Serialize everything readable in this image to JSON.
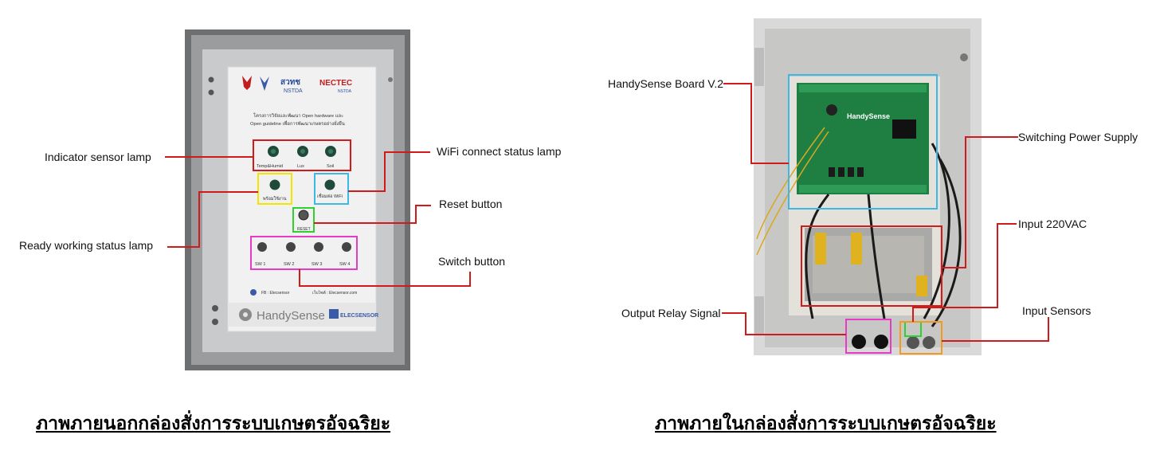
{
  "left_panel": {
    "org_logo_small": "สวทช.",
    "nstda_logo": "สวทช NSTDA",
    "nectec_logo": "NECTEC",
    "project_text_1": "โครงการวิจัยและพัฒนา Open hardware และ",
    "project_text_2": "Open guideline เพื่อการพัฒนาเกษตรอย่างยั่งยืน",
    "sensor_lamps": [
      "Temp&Humid",
      "Lux",
      "Soil"
    ],
    "ready_lamp": "พร้อมใช้งาน",
    "wifi_lamp": "เชื่อมต่อ WiFi",
    "reset": "RESET",
    "switches": [
      "SW 1",
      "SW 2",
      "SW 3",
      "SW 4"
    ],
    "fb_text": "FB : Elecsensor",
    "web_text": "เว็บไซต์ : Elecsensor.com",
    "brand": "HandySense",
    "brand2": "ELECSENSOR",
    "callouts": {
      "indicator": "Indicator sensor lamp",
      "wifi": "WiFi connect status lamp",
      "reset": "Reset button",
      "ready": "Ready working status lamp",
      "switch": "Switch button"
    },
    "caption": "ภาพภายนอกกล่องสั่งการระบบเกษตรอัจฉริยะ"
  },
  "right_panel": {
    "board_label": "HandySense",
    "callouts": {
      "board": "HandySense Board V.2",
      "power": "Switching Power Supply",
      "input220": "Input 220VAC",
      "relay": "Output Relay Signal",
      "sensors": "Input Sensors"
    },
    "caption": "ภาพภายในกล่องสั่งการระบบเกษตรอัจฉริยะ"
  },
  "colors": {
    "callout_line": "#d11a1a",
    "yellow_box": "#f2e600",
    "cyan_box": "#3db8e6",
    "green_box": "#2fd12f",
    "magenta_box": "#e63bc4",
    "orange_box": "#f29a1f"
  }
}
